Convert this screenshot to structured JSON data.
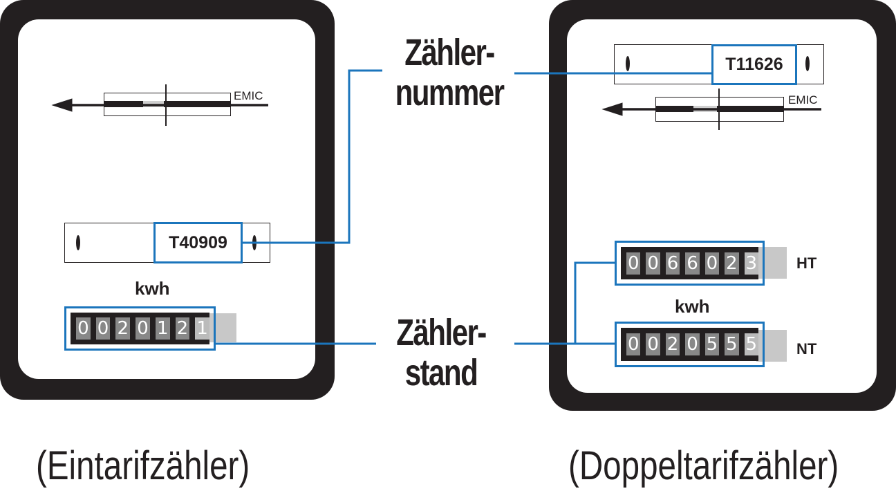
{
  "labels": {
    "meter_number": [
      "Zähler-",
      "nummer"
    ],
    "meter_reading": [
      "Zähler-",
      "stand"
    ]
  },
  "left_meter": {
    "caption": "(Eintarifzähler)",
    "brand": "EMIC",
    "serial": "T40909",
    "unit": "kwh",
    "digits": [
      "0",
      "0",
      "2",
      "0",
      "1",
      "2",
      "1"
    ]
  },
  "right_meter": {
    "caption": "(Doppeltarifzähler)",
    "brand": "EMIC",
    "serial": "T11626",
    "unit": "kwh",
    "ht_label": "HT",
    "nt_label": "NT",
    "ht_digits": [
      "0",
      "0",
      "6",
      "6",
      "0",
      "2",
      "3"
    ],
    "nt_digits": [
      "0",
      "0",
      "2",
      "0",
      "5",
      "5",
      "5"
    ]
  },
  "colors": {
    "accent": "#1b75bc",
    "dark": "#231f20"
  }
}
